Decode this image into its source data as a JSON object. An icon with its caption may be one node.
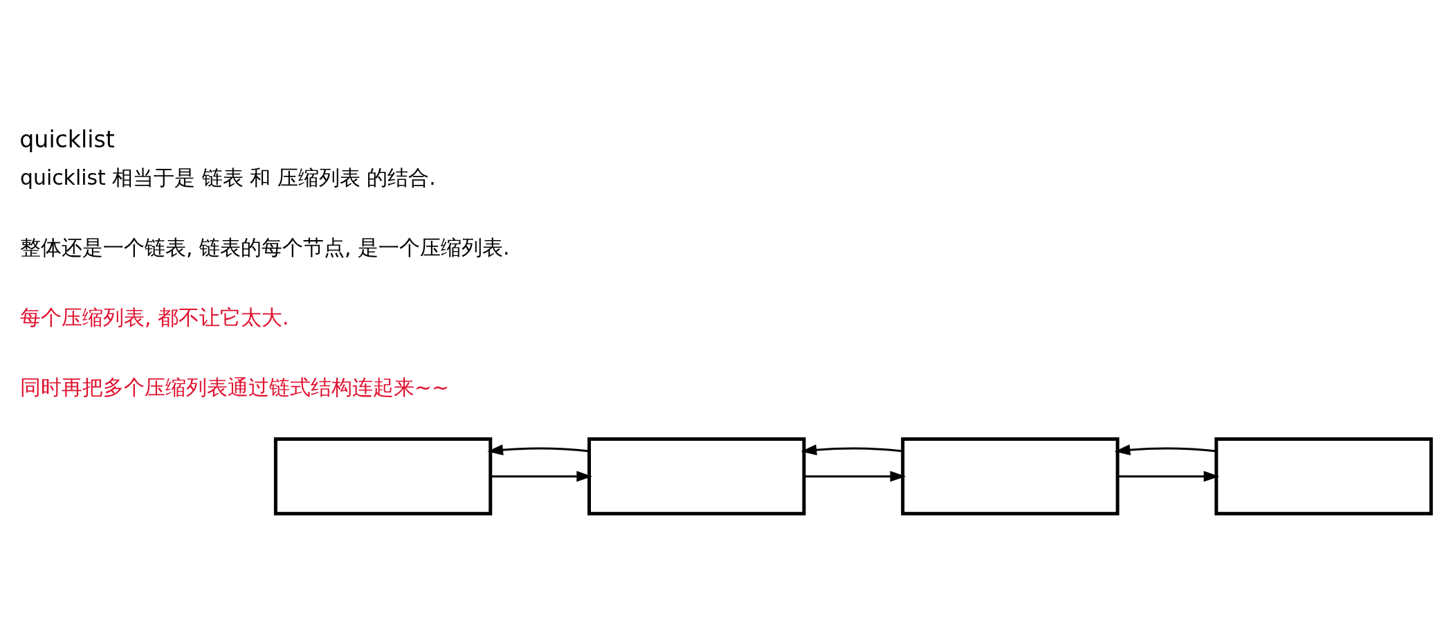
{
  "diagram": {
    "title": "quicklist",
    "nodes": [
      {
        "text": [],
        "shape": "box"
      },
      {
        "text": [],
        "shape": "box"
      },
      {
        "text": [],
        "shape": "box"
      },
      {
        "text": [],
        "shape": "box"
      }
    ],
    "edges": [
      {
        "from": 0,
        "to": 1,
        "arrow": "to"
      },
      {
        "from": 1,
        "to": 0,
        "arrow": "to"
      },
      {
        "from": 1,
        "to": 2,
        "arrow": "to"
      },
      {
        "from": 2,
        "to": 1,
        "arrow": "to"
      },
      {
        "from": 2,
        "to": 3,
        "arrow": "to"
      },
      {
        "from": 3,
        "to": 2,
        "arrow": "to"
      }
    ],
    "labels": [
      "quicklist 相当于是 链表 和 压缩列表 的结合.",
      "整体还是一个链表, 链表的每个节点, 是一个压缩列表.",
      "每个压缩列表, 都不让它太大.",
      "同时再把多个压缩列表通过链式结构连起来~~"
    ]
  }
}
